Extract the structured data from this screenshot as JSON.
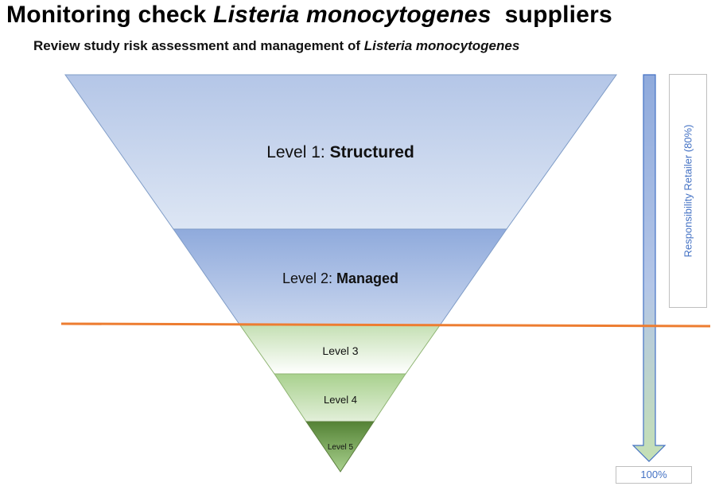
{
  "title": {
    "prefix": "Monitoring check ",
    "italic": "Listeria monocytogenes",
    "suffix": "  suppliers"
  },
  "subtitle": {
    "prefix": "Review study risk assessment and management of ",
    "italic": "Listeria monocytogenes"
  },
  "levels": [
    {
      "prefix": "Level 1: ",
      "name": "Structured"
    },
    {
      "prefix": "Level 2: ",
      "name": "Managed"
    },
    {
      "prefix": "Level 3",
      "name": ""
    },
    {
      "prefix": "Level 4",
      "name": ""
    },
    {
      "prefix": "Level 5",
      "name": ""
    }
  ],
  "responsibility_label": "Responsibility Retailer (80%)",
  "bottom_percentage": "100%",
  "colors": {
    "blue_top": "#b4c6e7",
    "blue_mid": "#8faadc",
    "green_light": "#a9d18e",
    "green_dark": "#548235",
    "divider": "#ed7d31",
    "label_blue": "#4472c4"
  }
}
